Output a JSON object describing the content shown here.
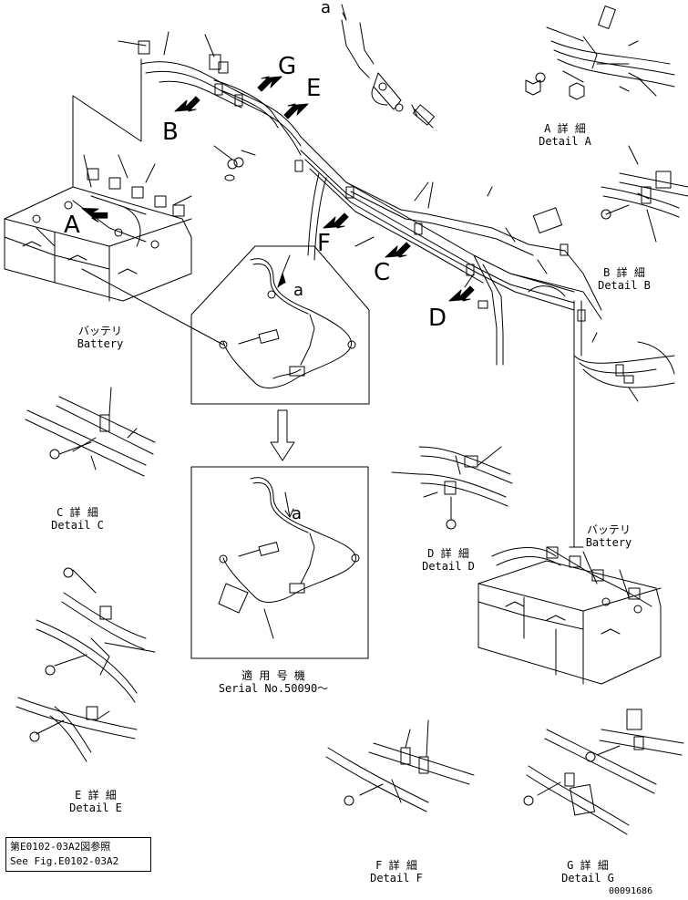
{
  "callouts": {
    "a_top": "a",
    "a_inset1": "a",
    "a_inset2": "a",
    "A": "A",
    "B": "B",
    "C": "C",
    "D": "D",
    "E": "E",
    "F": "F",
    "G": "G"
  },
  "details": {
    "A": {
      "jp": "A 詳 細",
      "en": "Detail A"
    },
    "B": {
      "jp": "B 詳 細",
      "en": "Detail B"
    },
    "C": {
      "jp": "C 詳 細",
      "en": "Detail C"
    },
    "D": {
      "jp": "D 詳 細",
      "en": "Detail D"
    },
    "E": {
      "jp": "E 詳 細",
      "en": "Detail E"
    },
    "F": {
      "jp": "F 詳 細",
      "en": "Detail F"
    },
    "G": {
      "jp": "G 詳 細",
      "en": "Detail G"
    }
  },
  "battery_left": {
    "jp": "バッテリ",
    "en": "Battery"
  },
  "battery_right": {
    "jp": "バッテリ",
    "en": "Battery"
  },
  "serial": {
    "jp": "適 用 号 機",
    "en": "Serial No.50090～"
  },
  "reference": {
    "jp": "第E0102-03A2図参照",
    "en": "See Fig.E0102-03A2"
  },
  "doc_number": "00091686"
}
